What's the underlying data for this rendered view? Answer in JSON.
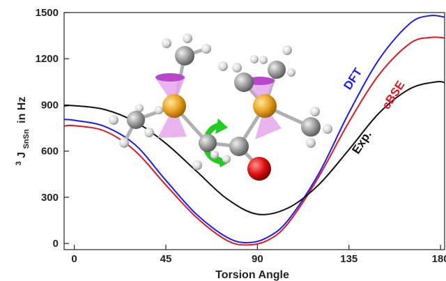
{
  "chart_data": {
    "type": "line",
    "title": "",
    "xlabel": "Torsion Angle",
    "ylabel": {
      "base": "J",
      "superscript": "3",
      "subscript": "SnSn",
      "suffix": "in Hz"
    },
    "xlim": [
      -5,
      182
    ],
    "ylim": [
      -40,
      1500
    ],
    "xticks": [
      0,
      45,
      90,
      135,
      180
    ],
    "yticks": [
      0,
      300,
      600,
      900,
      1200,
      1500
    ],
    "grid": false,
    "legend": "inline labels near curves",
    "series": [
      {
        "name": "DFT",
        "color": "#1a1aff",
        "x": [
          -5,
          0,
          15,
          30,
          45,
          60,
          75,
          85,
          95,
          105,
          120,
          135,
          150,
          165,
          175,
          182
        ],
        "y": [
          805,
          800,
          760,
          640,
          410,
          190,
          40,
          5,
          40,
          150,
          450,
          850,
          1200,
          1430,
          1480,
          1470
        ]
      },
      {
        "name": "cBSE",
        "color": "#e8141d",
        "x": [
          -5,
          0,
          15,
          30,
          45,
          60,
          75,
          85,
          95,
          105,
          120,
          135,
          150,
          165,
          175,
          182
        ],
        "y": [
          762,
          765,
          730,
          600,
          380,
          170,
          20,
          -10,
          20,
          130,
          430,
          790,
          1100,
          1300,
          1338,
          1335
        ]
      },
      {
        "name": "Exp.",
        "color": "#111111",
        "x": [
          -5,
          0,
          15,
          30,
          45,
          60,
          75,
          90,
          105,
          120,
          135,
          150,
          165,
          178,
          182
        ],
        "y": [
          893,
          895,
          870,
          790,
          650,
          470,
          290,
          190,
          230,
          380,
          610,
          850,
          1005,
          1050,
          1045
        ]
      }
    ]
  }
}
